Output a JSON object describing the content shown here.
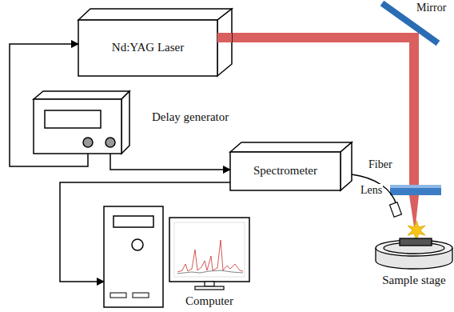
{
  "diagram": {
    "nodes": [
      {
        "text": [
          "Nd:YAG Laser"
        ]
      },
      {
        "text": [
          "Delay generator"
        ]
      },
      {
        "text": [
          "Spectrometer"
        ]
      },
      {
        "text": [
          "Computer"
        ]
      },
      {
        "text": [
          "Sample stage"
        ]
      }
    ],
    "edges": [
      {
        "from": 1,
        "to": 0,
        "arrow": "to"
      },
      {
        "from": 1,
        "to": 2,
        "arrow": "to"
      },
      {
        "from": 2,
        "to": 3,
        "arrow": "to"
      }
    ],
    "labels": [
      "Mirror",
      "Lens",
      "Fiber"
    ]
  }
}
